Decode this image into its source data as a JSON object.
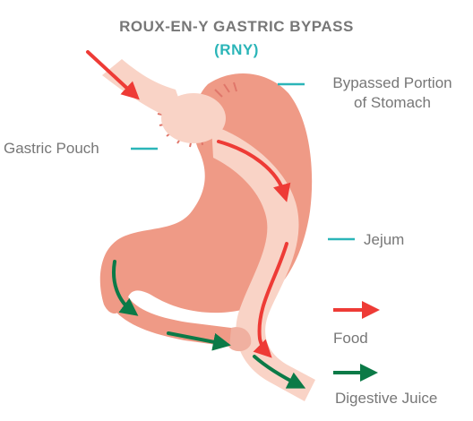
{
  "title": "ROUX-EN-Y GASTRIC BYPASS",
  "subtitle": "(RNY)",
  "labels": {
    "bypassed_line1": "Bypassed Portion",
    "bypassed_line2": "of Stomach",
    "gastric_pouch": "Gastric Pouch",
    "jejum": "Jejum"
  },
  "legend": {
    "food": "Food",
    "digestive_juice": "Digestive Juice"
  },
  "colors": {
    "teal_accent": "#2bb5b8",
    "food_arrow": "#ee3b36",
    "juice_arrow": "#0b7a47",
    "stomach": "#ef9a86",
    "intestine": "#f9d3c6"
  }
}
